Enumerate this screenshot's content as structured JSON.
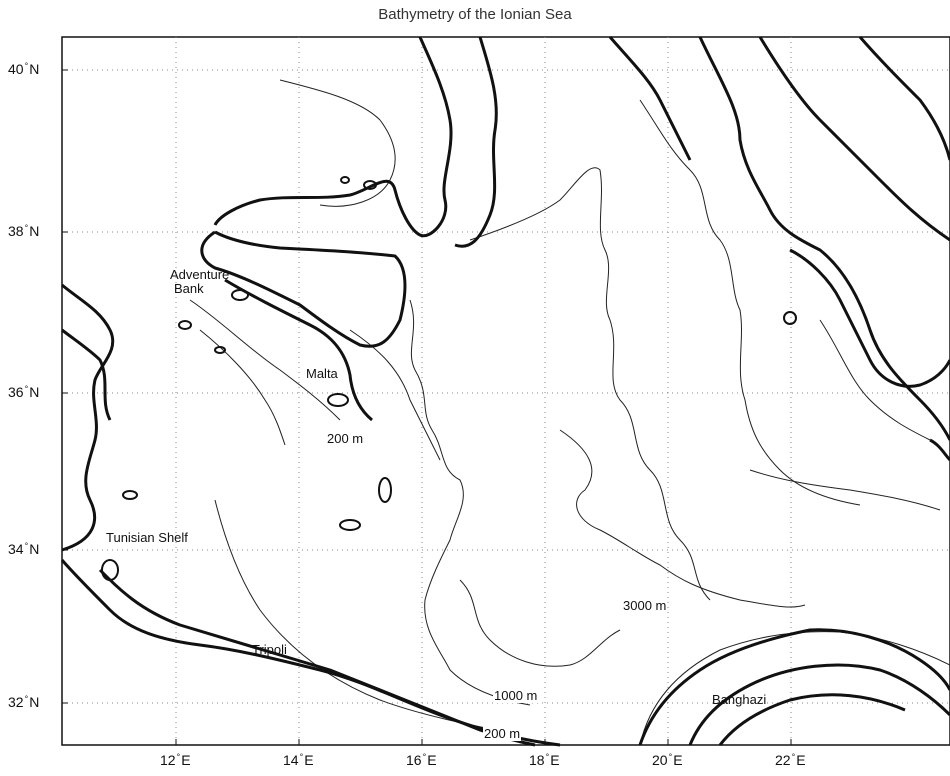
{
  "title": "Bathymetry of the Ionian Sea",
  "latitude_labels": [
    {
      "deg": "40",
      "hem": "N"
    },
    {
      "deg": "38",
      "hem": "N"
    },
    {
      "deg": "36",
      "hem": "N"
    },
    {
      "deg": "34",
      "hem": "N"
    },
    {
      "deg": "32",
      "hem": "N"
    }
  ],
  "longitude_labels": [
    {
      "deg": "12",
      "hem": "E"
    },
    {
      "deg": "14",
      "hem": "E"
    },
    {
      "deg": "16",
      "hem": "E"
    },
    {
      "deg": "18",
      "hem": "E"
    },
    {
      "deg": "20",
      "hem": "E"
    },
    {
      "deg": "22",
      "hem": "E"
    }
  ],
  "places": {
    "adventure_bank_line1": "Adventure",
    "adventure_bank_line2": "Bank",
    "malta": "Malta",
    "tunisian_shelf": "Tunisian Shelf",
    "tripoli": "Tripoli",
    "banghazi": "Banghazi"
  },
  "depth_contours": {
    "c200_sicily": "200 m",
    "c3000": "3000 m",
    "c1000": "1000 m",
    "c200_libya": "200 m"
  },
  "styles": {
    "coast_color": "#111111",
    "contour_color": "#222222",
    "grid_color": "#888888"
  }
}
